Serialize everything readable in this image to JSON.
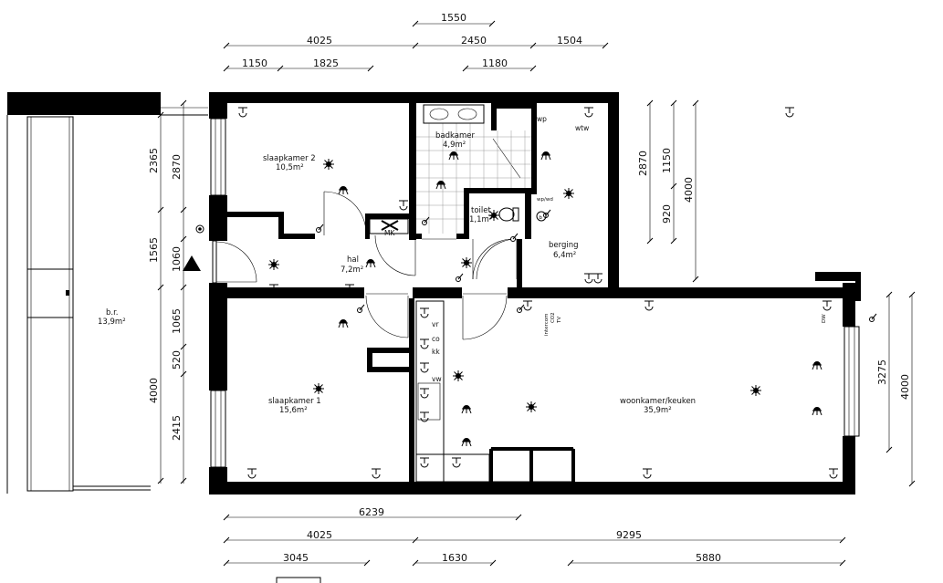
{
  "rooms": {
    "slaapkamer2": {
      "name": "slaapkamer 2",
      "area": "10,5m²"
    },
    "badkamer": {
      "name": "badkamer",
      "area": "4,9m²"
    },
    "toilet": {
      "name": "toilet",
      "area": "1,1m²"
    },
    "hal": {
      "name": "hal",
      "area": "7,2m²"
    },
    "berging": {
      "name": "berging",
      "area": "6,4m²"
    },
    "slaapkamer1": {
      "name": "slaapkamer 1",
      "area": "15,6m²"
    },
    "woonkamer": {
      "name": "woonkamer/keuken",
      "area": "35,9m²"
    },
    "balkon": {
      "name": "b.r.",
      "area": "13,9m²"
    }
  },
  "dimensions": {
    "top": [
      "1550",
      "4025",
      "2450",
      "1504",
      "1150",
      "1825",
      "1180"
    ],
    "left": [
      "2365",
      "2870",
      "1565",
      "1060",
      "1065",
      "520",
      "4000",
      "2415"
    ],
    "right": [
      "2870",
      "1150",
      "4000",
      "920",
      "3275",
      "4000"
    ],
    "bottom": [
      "6239",
      "4025",
      "9295",
      "3045",
      "1630",
      "5880"
    ]
  },
  "labels": {
    "mk": "MK",
    "wp": "wp",
    "wtw": "wtw",
    "wpwd": "wp/wd",
    "vr": "vr",
    "co": "co",
    "kk": "kk",
    "vw": "vw",
    "b": "b",
    "intercom": "intercom",
    "co2": "CO2",
    "tv": "TV",
    "dw": "DW"
  },
  "icons": [
    "ceiling-light-icon",
    "wall-light-icon",
    "socket-icon",
    "switch-icon",
    "smoke-detector-icon",
    "entrance-arrow-icon"
  ]
}
